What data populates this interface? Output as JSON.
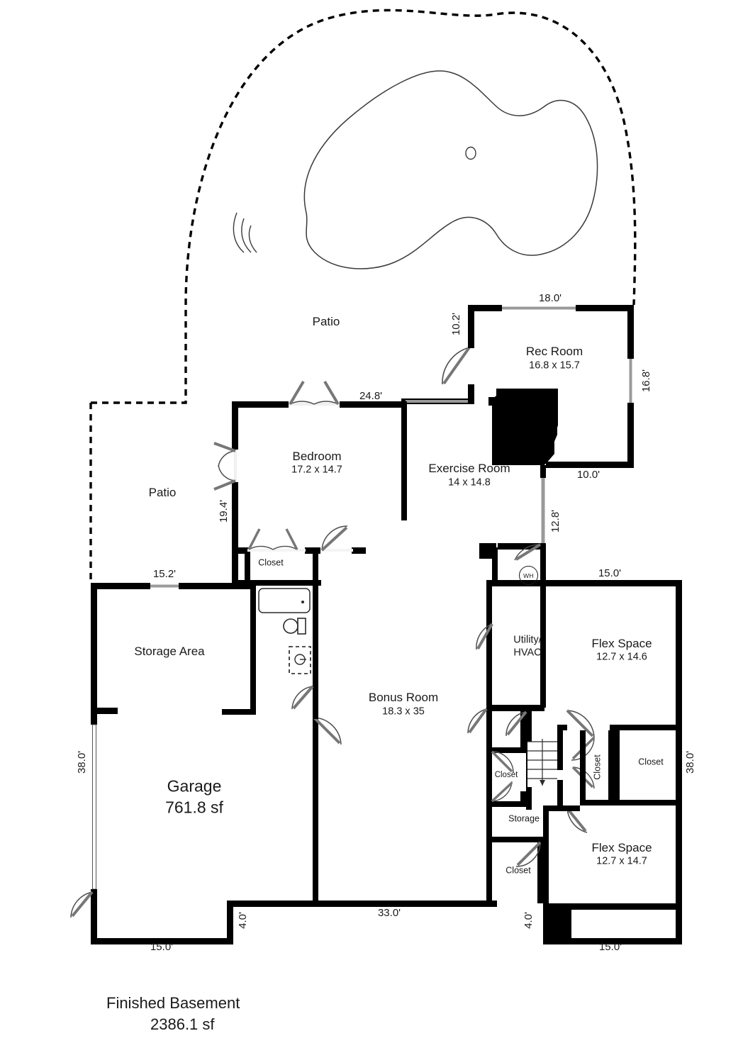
{
  "document": {
    "type": "floor-plan",
    "title": "Finished Basement",
    "area": "2386.1 sf"
  },
  "rooms": [
    {
      "key": "rec_room",
      "name": "Rec Room",
      "dims": "16.8 x 15.7"
    },
    {
      "key": "bedroom",
      "name": "Bedroom",
      "dims": "17.2 x 14.7"
    },
    {
      "key": "exercise",
      "name": "Exercise Room",
      "dims": "14 x 14.8"
    },
    {
      "key": "bonus",
      "name": "Bonus Room",
      "dims": "18.3 x 35"
    },
    {
      "key": "flex_upper",
      "name": "Flex Space",
      "dims": "12.7 x 14.6"
    },
    {
      "key": "flex_lower",
      "name": "Flex Space",
      "dims": "12.7 x 14.7"
    },
    {
      "key": "garage",
      "name": "Garage",
      "dims": "761.8 sf"
    }
  ],
  "labels": {
    "patio_top": "Patio",
    "patio_left": "Patio",
    "storage_area": "Storage Area",
    "utility_hvac_line1": "Utility/",
    "utility_hvac_line2": "HVAC",
    "closet_bedroom": "Closet",
    "closet_stair": "Closet",
    "closet_center": "Closet",
    "closet_right": "Closet",
    "closet_bottom": "Closet",
    "storage_mid": "Storage",
    "water_heater": "WH"
  },
  "dimensions": {
    "rec_top": "18.0'",
    "rec_left": "10.2'",
    "rec_right": "16.8'",
    "rec_bottom": "10.0'",
    "bedroom_top": "24.8'",
    "bedroom_left": "19.4'",
    "exercise_right": "12.8'",
    "storage_top": "15.2'",
    "flex_top": "15.0'",
    "left_side": "38.0'",
    "right_side": "38.0'",
    "garage_bottom": "15.0'",
    "step_left": "4.0'",
    "bonus_bottom": "33.0'",
    "step_right": "4.0'",
    "flex_bottom": "15.0'"
  },
  "colors": {
    "wall": "#000000",
    "thin_line": "#1a1a1a",
    "door_swing": "#4d4d4d",
    "window": "#9a9a9a",
    "background": "#ffffff"
  },
  "features": {
    "pool": "pool-outline",
    "pool_drain": "pool-drain",
    "pool_steps": "pool-steps",
    "patio_boundary": "dashed-patio-boundary",
    "bathtub": "bathtub-fixture",
    "toilet": "toilet-fixture",
    "sink": "sink-fixture",
    "staircase": "staircase",
    "fireplace": "fireplace-mass"
  }
}
